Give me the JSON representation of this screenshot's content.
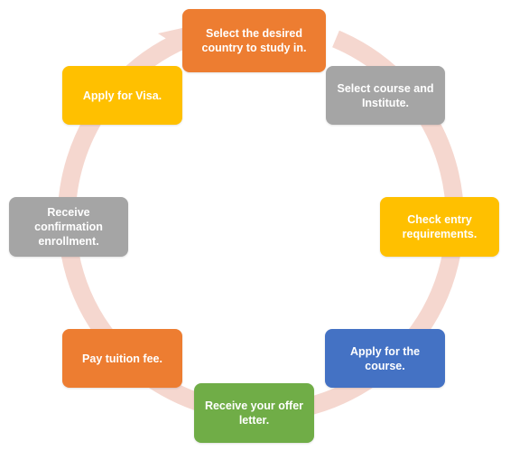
{
  "diagram": {
    "ring_color": "#f5d7cf",
    "steps": [
      {
        "label": "Select the desired country to study in.",
        "color": "#ed7d31"
      },
      {
        "label": "Select course and Institute.",
        "color": "#a5a5a5"
      },
      {
        "label": "Check entry requirements.",
        "color": "#ffc000"
      },
      {
        "label": "Apply for the course.",
        "color": "#4472c4"
      },
      {
        "label": "Receive your offer letter.",
        "color": "#70ad47"
      },
      {
        "label": "Pay tuition fee.",
        "color": "#ed7d31"
      },
      {
        "label": "Receive confirmation enrollment.",
        "color": "#a5a5a5"
      },
      {
        "label": "Apply for Visa.",
        "color": "#ffc000"
      }
    ]
  }
}
